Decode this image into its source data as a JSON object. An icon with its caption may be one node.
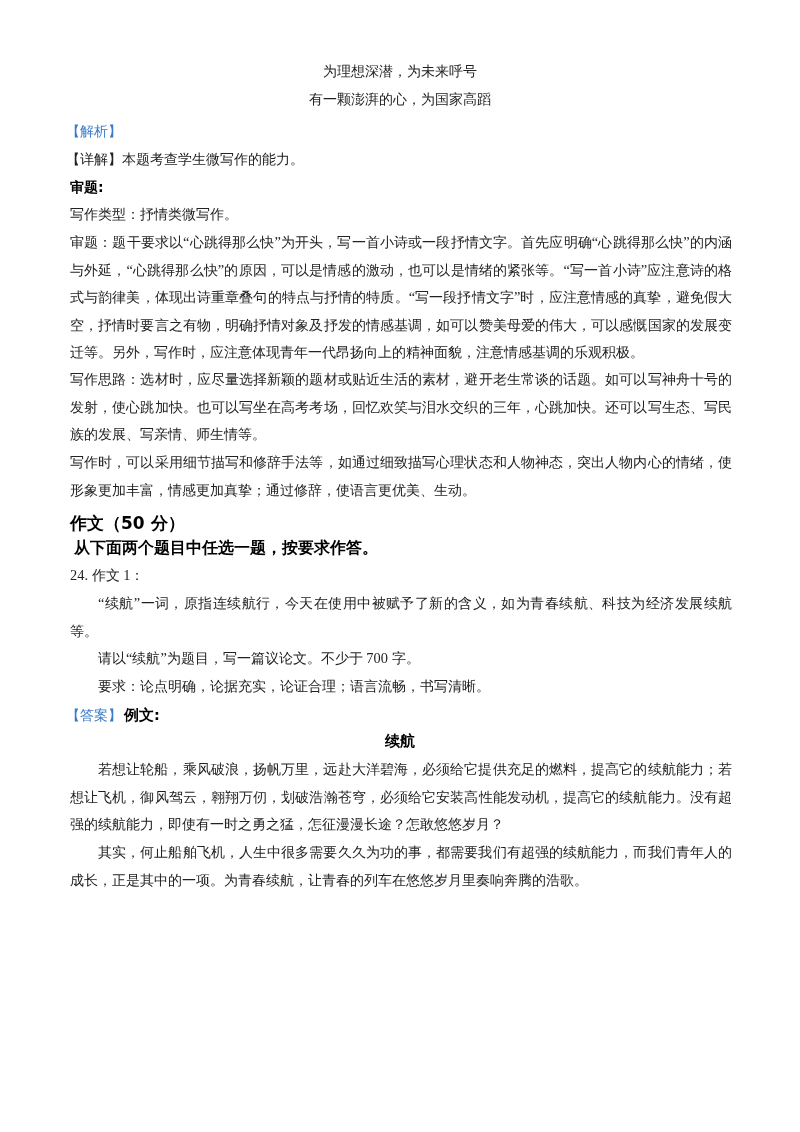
{
  "diagram": {
    "labels": [
      "为理想深潜，为未来呼号",
      "有一颗澎湃的心，为国家高蹈",
      "【解析】",
      "【详解】本题考查学生微写作的能力。",
      "审题:",
      "写作类型：抒情类微写作。",
      "审题：题干要求以“心跳得那么快”为开头，写一首小诗或一段抒情文字。首先应明确“心跳得那么快”的内涵与外延，“心跳得那么快”的原因，可以是情感的激动，也可以是情绪的紧张等。“写一首小诗”应注意诗的格式与韵律美，体现出诗重章叠句的特点与抒情的特质。“写一段抒情文字”时，应注意情感的真挚，避免假大空，抒情时要言之有物，明确抒情对象及抒发的情感基调，如可以赞美母爱的伟大，可以感慨国家的发展变迁等。另外，写作时，应注意体现青年一代昂扬向上的精神面貌，注意情感基调的乐观积极。",
      "写作思路：选材时，应尽量选择新颖的题材或贴近生活的素材，避开老生常谈的话题。如可以写神舟十号的发射，使心跳加快。也可以写坐在高考考场，回忆欢笑与泪水交织的三年，心跳加快。还可以写生态、写民族的发展、写亲情、师生情等。",
      "写作时，可以采用细节描写和修辞手法等，如通过细致描写心理状态和人物神态，突出人物内心的情绪，使形象更加丰富，情感更加真挚；通过修辞，使语言更优美、生动。",
      "作文（50 分）",
      "从下面两个题目中任选一题，按要求作答。",
      "24. 作文 1：",
      "“续航”一词，原指连续航行，今天在使用中被赋予了新的含义，如为青春续航、科技为经济发展续航等。",
      "请以“续航”为题目，写一篇议论文。不少于 700 字。",
      "要求：论点明确，论据充实，论证合理；语言流畅，书写清晰。",
      "【答案】",
      "例文:",
      "续航",
      "若想让轮船，乘风破浪，扬帆万里，远赴大洋碧海，必须给它提供充足的燃料，提高它的续航能力；若想让飞机，御风驾云，翱翔万仞，划破浩瀚苍穹，必须给它安装高性能发动机，提高它的续航能力。没有超强的续航能力，即使有一时之勇之猛，怎征漫漫长途？怎敢悠悠岁月？",
      "其实，何止船舶飞机，人生中很多需要久久为功的事，都需要我们有超强的续航能力，而我们青年人的成长，正是其中的一项。为青春续航，让青春的列车在悠悠岁月里奏响奔腾的浩歌。"
    ]
  }
}
